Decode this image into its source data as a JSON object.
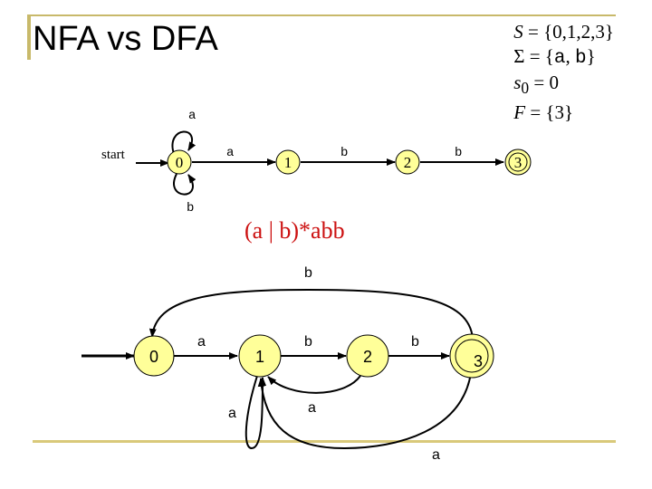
{
  "title": "NFA vs DFA",
  "definitions": {
    "states": [
      "S",
      " = {0,1,2,3}"
    ],
    "alphabet": [
      "Σ = {",
      "a",
      ", ",
      "b",
      "}"
    ],
    "start": [
      "s",
      "0",
      " = 0"
    ],
    "final": [
      "F",
      " = {3}"
    ]
  },
  "regex": "(a | b)*abb",
  "nfa": {
    "start_label": "start",
    "states": [
      "0",
      "1",
      "2",
      "3"
    ],
    "transitions": [
      "a",
      "b",
      "a",
      "b",
      "b"
    ]
  },
  "dfa": {
    "states": [
      "0",
      "1",
      "2",
      "3"
    ],
    "transitions": [
      "a",
      "b",
      "b",
      "b",
      "a",
      "a",
      "a"
    ]
  },
  "colors": {
    "state_fill": "#ffff99",
    "regex": "#cc1111",
    "frame": "#c8b96a"
  }
}
